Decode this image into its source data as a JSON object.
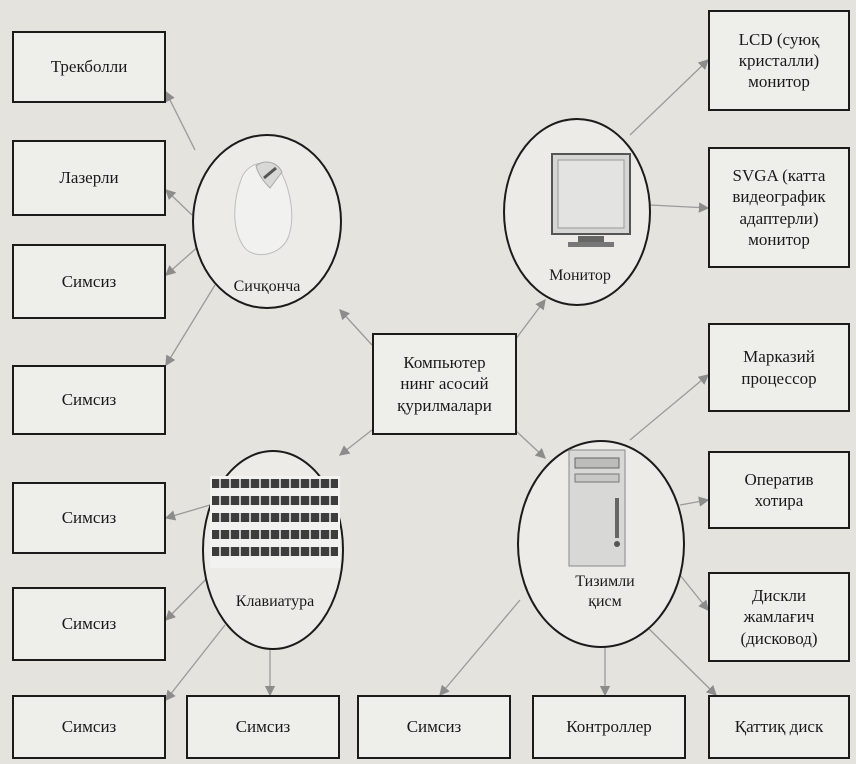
{
  "center": "Компьютер\nнинг асосий\nқурилмалари",
  "nodes": {
    "mouse": "Сичқонча",
    "monitor": "Монитор",
    "keyboard": "Клавиатура",
    "system_unit": "Тизимли\nқисм"
  },
  "mouse_types": [
    "Трекболли",
    "Лазерли",
    "Симсиз",
    "Симсиз"
  ],
  "monitor_types": [
    "LCD (суюқ\nкристалли)\nмонитор",
    "SVGA (катта\nвидеографик\nадаптерли)\nмонитор"
  ],
  "system_unit_parts": [
    "Марказий\nпроцессор",
    "Оператив\nхотира",
    "Дискли\nжамлағич\n(дисковод)",
    "Қаттиқ диск",
    "Контроллер",
    "Симсиз"
  ],
  "keyboard_types": [
    "Симсиз",
    "Симсиз",
    "Симсиз",
    "Симсиз"
  ],
  "icons": [
    "mouse-icon",
    "monitor-icon",
    "keyboard-icon",
    "system-unit-icon"
  ]
}
